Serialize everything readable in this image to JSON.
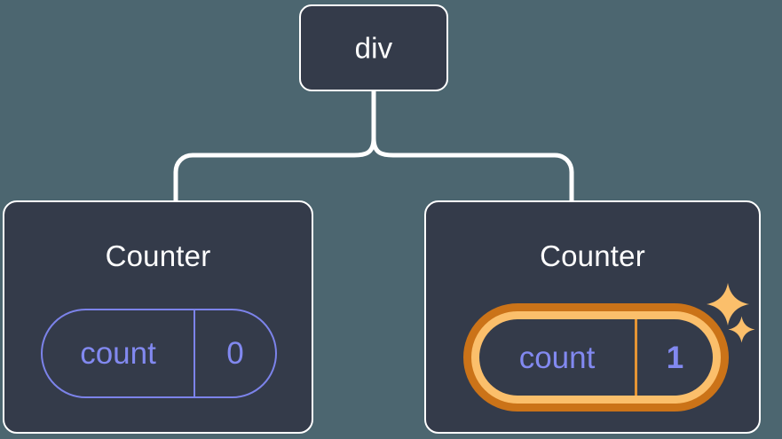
{
  "diagram": {
    "type": "component-tree",
    "background_color": "#4c6670",
    "node_fill_color": "#343b4a",
    "node_border_color": "#ffffff",
    "connector_color": "#ffffff",
    "accent_purple": "#8289f0",
    "accent_orange_outer": "#cb7318",
    "accent_orange_inner": "#fbbf6b",
    "root": {
      "label": "div"
    },
    "children": [
      {
        "title": "Counter",
        "highlighted": false,
        "state": {
          "key": "count",
          "value": "0"
        }
      },
      {
        "title": "Counter",
        "highlighted": true,
        "state": {
          "key": "count",
          "value": "1"
        },
        "decorations": [
          "sparkle-large-icon",
          "sparkle-small-icon"
        ]
      }
    ]
  }
}
